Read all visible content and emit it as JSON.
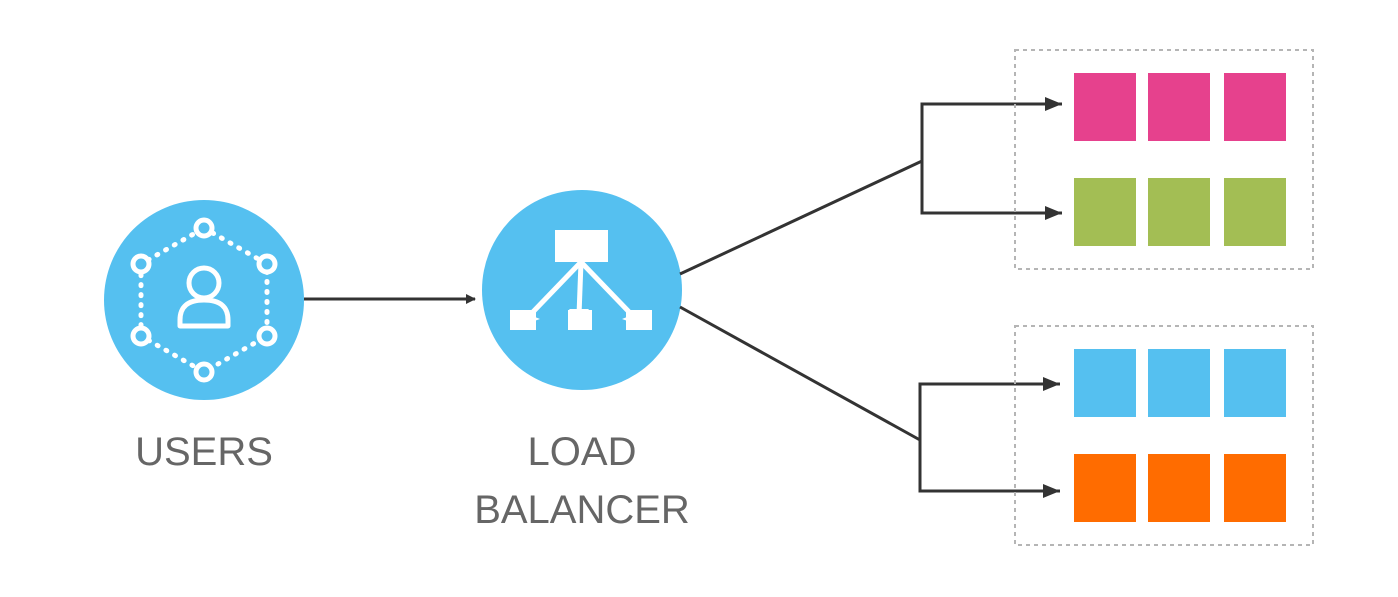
{
  "users": {
    "label": "USERS",
    "icon": "users-network-icon",
    "color": "#55c0f0"
  },
  "load_balancer": {
    "label_line1": "LOAD",
    "label_line2": "BALANCER",
    "icon": "load-balancer-icon",
    "color": "#55c0f0"
  },
  "server_groups": [
    {
      "rows": [
        {
          "color": "#e6418d",
          "count": 3
        },
        {
          "color": "#a3be54",
          "count": 3
        }
      ]
    },
    {
      "rows": [
        {
          "color": "#55c0f0",
          "count": 3
        },
        {
          "color": "#ff6c00",
          "count": 3
        }
      ]
    }
  ],
  "colors": {
    "arrow": "#333333",
    "group_border": "#b5b5b5",
    "label": "#666666"
  }
}
